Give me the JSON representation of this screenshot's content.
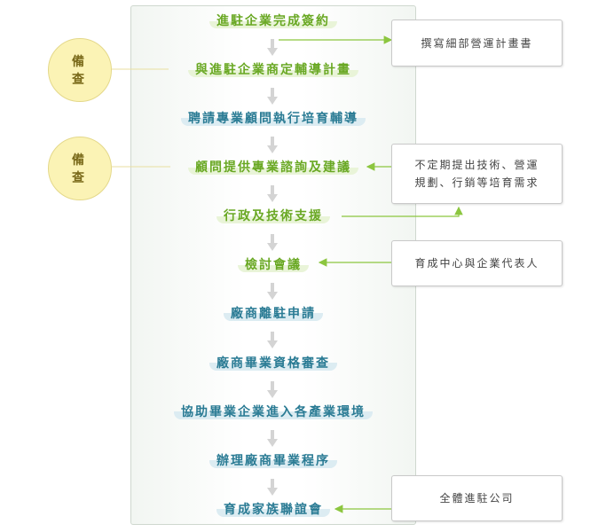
{
  "steps": [
    {
      "label": "進駐企業完成簽約",
      "style": "green"
    },
    {
      "label": "與進駐企業商定輔導計畫",
      "style": "green"
    },
    {
      "label": "聘請專業顧問執行培育輔導",
      "style": "blue"
    },
    {
      "label": "顧問提供專業諮詢及建議",
      "style": "green"
    },
    {
      "label": "行政及技術支援",
      "style": "green"
    },
    {
      "label": "檢討會議",
      "style": "green"
    },
    {
      "label": "廠商離駐申請",
      "style": "blue"
    },
    {
      "label": "廠商畢業資格審查",
      "style": "blue"
    },
    {
      "label": "協助畢業企業進入各產業環境",
      "style": "blue"
    },
    {
      "label": "辦理廠商畢業程序",
      "style": "blue"
    },
    {
      "label": "育成家族聯誼會",
      "style": "blue"
    }
  ],
  "side_boxes": {
    "plan_box": "撰寫細部營運計畫書",
    "consult_box_line1": "不定期提出技術、營運",
    "consult_box_line2": "規劃、行銷等培育需求",
    "meeting_box": "育成中心與企業代表人",
    "alumni_box": "全體進駐公司"
  },
  "circles": {
    "circle1": "備查",
    "circle2": "備查"
  },
  "colors": {
    "green_text": "#69a823",
    "blue_text": "#2a7b94",
    "connector": "#8cc63f",
    "circle_fill": "#fbf3b5"
  }
}
